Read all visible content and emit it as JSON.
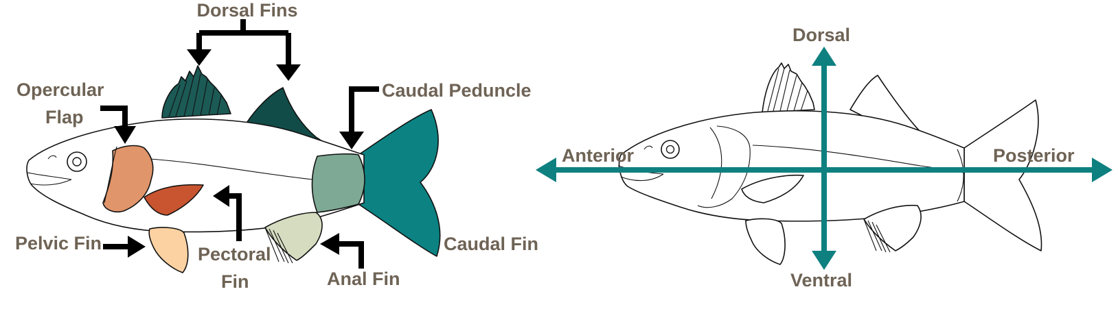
{
  "left_diagram": {
    "labels": {
      "dorsal_fins": "Dorsal Fins",
      "opercular_line1": "Opercular",
      "opercular_line2": "Flap",
      "caudal_peduncle": "Caudal Peduncle",
      "caudal_fin": "Caudal Fin",
      "pelvic_fin": "Pelvic Fin",
      "pectoral_line1": "Pectoral",
      "pectoral_line2": "Fin",
      "anal_fin": "Anal Fin"
    },
    "part_colors": {
      "spiny_dorsal_fin": "#1c5a55",
      "soft_dorsal_fin": "#124c48",
      "opercular_flap": "#e1956a",
      "pectoral_fin": "#c85530",
      "pelvic_fin": "#fdd2a2",
      "anal_fin": "#d6dcc0",
      "caudal_peduncle": "#7ea994",
      "caudal_fin": "#0c8282",
      "arrow": "#000000",
      "label_text": "#6e6355"
    }
  },
  "right_diagram": {
    "labels": {
      "dorsal": "Dorsal",
      "ventral": "Ventral",
      "anterior": "Anterior",
      "posterior": "Posterior"
    },
    "axis_color": "#0f8080"
  }
}
